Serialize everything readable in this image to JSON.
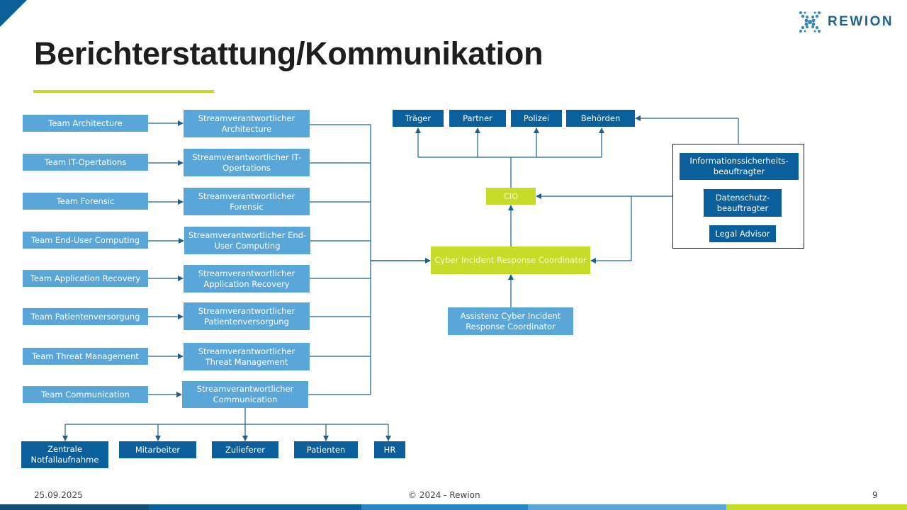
{
  "title": "Berichterstattung/Kommunikation",
  "logo": {
    "icon": "rewion-x-logo-icon",
    "text": "REWION"
  },
  "colors": {
    "light_blue": "#5aa6d8",
    "dark_blue": "#0b5f9a",
    "lime": "#c5dc28",
    "line": "#1d5f8f"
  },
  "teams": [
    "Team Architecture",
    "Team IT-Opertations",
    "Team Forensic",
    "Team End-User Computing",
    "Team Application Recovery",
    "Team Patientenversorgung",
    "Team Threat Management",
    "Team Communication"
  ],
  "streams": [
    "Streamverantwortlicher Architecture",
    "Streamverantwortlicher IT-Opertations",
    "Streamverantwortlicher Forensic",
    "Streamverantwortlicher End-User Computing",
    "Streamverantwortlicher Application Recovery",
    "Streamverantwortlicher Patientenversorgung",
    "Streamverantwortlicher Threat Management",
    "Streamverantwortlicher Communication"
  ],
  "communication_targets": [
    "Zentrale Notfallaufnahme",
    "Mitarbeiter",
    "Zulieferer",
    "Patienten",
    "HR"
  ],
  "external": [
    "Träger",
    "Partner",
    "Polizei",
    "Behörden"
  ],
  "cio": "CIO",
  "coordinator": "Cyber Incident Response Coordinator",
  "assistant": "Assistenz Cyber Incident Response Coordinator",
  "advisors": [
    "Informationssicherheits-beauftragter",
    "Datenschutz-beauftragter",
    "Legal Advisor"
  ],
  "footer": {
    "date": "25.09.2025",
    "copyright": "© 2024 - Rewion",
    "page": "9"
  }
}
